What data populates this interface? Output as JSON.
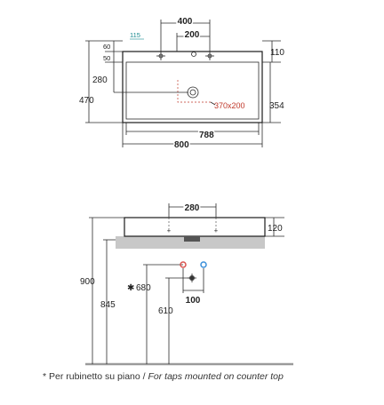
{
  "top_view": {
    "dim_400": "400",
    "dim_200": "200",
    "dim_115": "115",
    "dim_60": "60",
    "dim_50": "50",
    "dim_110": "110",
    "dim_280": "280",
    "dim_470": "470",
    "dim_354": "354",
    "dim_370x200": "370x200",
    "dim_788": "788",
    "dim_800": "800"
  },
  "side_view": {
    "dim_280": "280",
    "dim_120": "120",
    "dim_900": "900",
    "dim_845": "845",
    "dim_680": "680",
    "asterisk": "✱",
    "dim_610": "610",
    "dim_100": "100"
  },
  "footnote": {
    "italian": "* Per rubinetto su piano / ",
    "english": "For taps mounted on counter top"
  },
  "colors": {
    "line": "#2a2a2a",
    "teal_label": "#1a8a8f",
    "red_label": "#c0392b",
    "counter_grey": "#c8c8c8",
    "hot_valve": "#d9534f",
    "cold_valve": "#3a8fd9"
  }
}
